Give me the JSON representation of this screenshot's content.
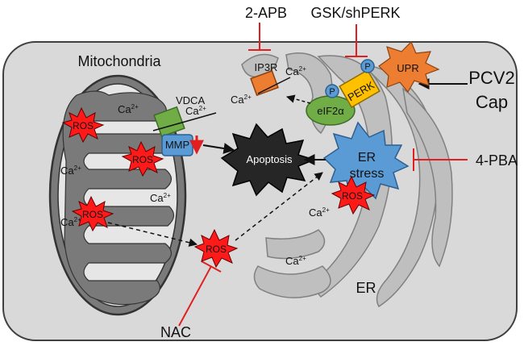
{
  "inhibitors": {
    "apb": "2-APB",
    "gsk": "GSK/shPERK",
    "pba": "4-PBA",
    "nac": "NAC"
  },
  "inducer": {
    "line1": "PCV2",
    "line2": "Cap"
  },
  "mitochondria": {
    "title": "Mitochondria",
    "vdca": "VDCA",
    "mmp": "MMP",
    "ca_base": "Ca",
    "ca_sup": "2+",
    "ros": "ROS"
  },
  "center": {
    "apoptosis": "Apoptosis",
    "ros": "ROS"
  },
  "er": {
    "label": "ER",
    "ip3r": "IP3R",
    "perk": "PERK",
    "p": "P",
    "eif2a": "eIF2α",
    "upr": "UPR",
    "stress_1": "ER",
    "stress_2": "stress",
    "ros": "ROS",
    "ca_base": "Ca",
    "ca_sup": "2+"
  },
  "colors": {
    "cell": "#d9d9d9",
    "mito_outer": "#7a7a7a",
    "ros": "#ff1a1a",
    "vdca": "#70ad47",
    "mmp": "#5b9bd5",
    "ip3r": "#ed7d31",
    "perk": "#ffc000",
    "eif2a": "#70ad47",
    "upr": "#ed7d31",
    "er_stress": "#5b9bd5",
    "apoptosis": "#262626",
    "inhibit": "#e02020"
  }
}
